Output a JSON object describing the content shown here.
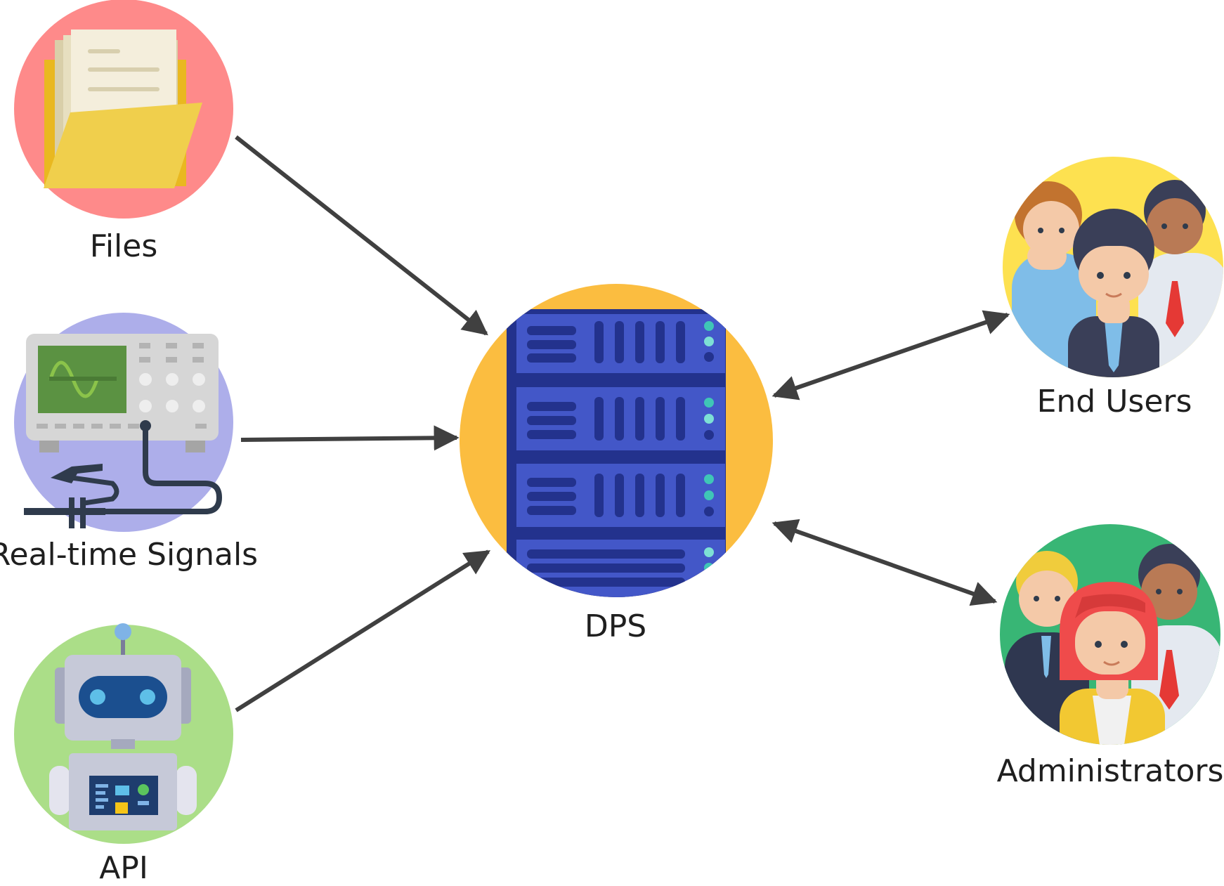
{
  "nodes": {
    "files": {
      "label": "Files",
      "bg": "#fe8a8a"
    },
    "signals": {
      "label": "Real-time Signals",
      "bg": "#adaeea"
    },
    "api": {
      "label": "API",
      "bg": "#abde88"
    },
    "dps": {
      "label": "DPS",
      "bg": "#fbbd40"
    },
    "end_users": {
      "label": "End Users",
      "bg": "#fde150"
    },
    "administrators": {
      "label": "Administrators",
      "bg": "#38b675"
    }
  },
  "colors": {
    "arrow": "#404040",
    "server": "#4357c8",
    "server_dark": "#23328d",
    "led": "#3fc6b6"
  }
}
